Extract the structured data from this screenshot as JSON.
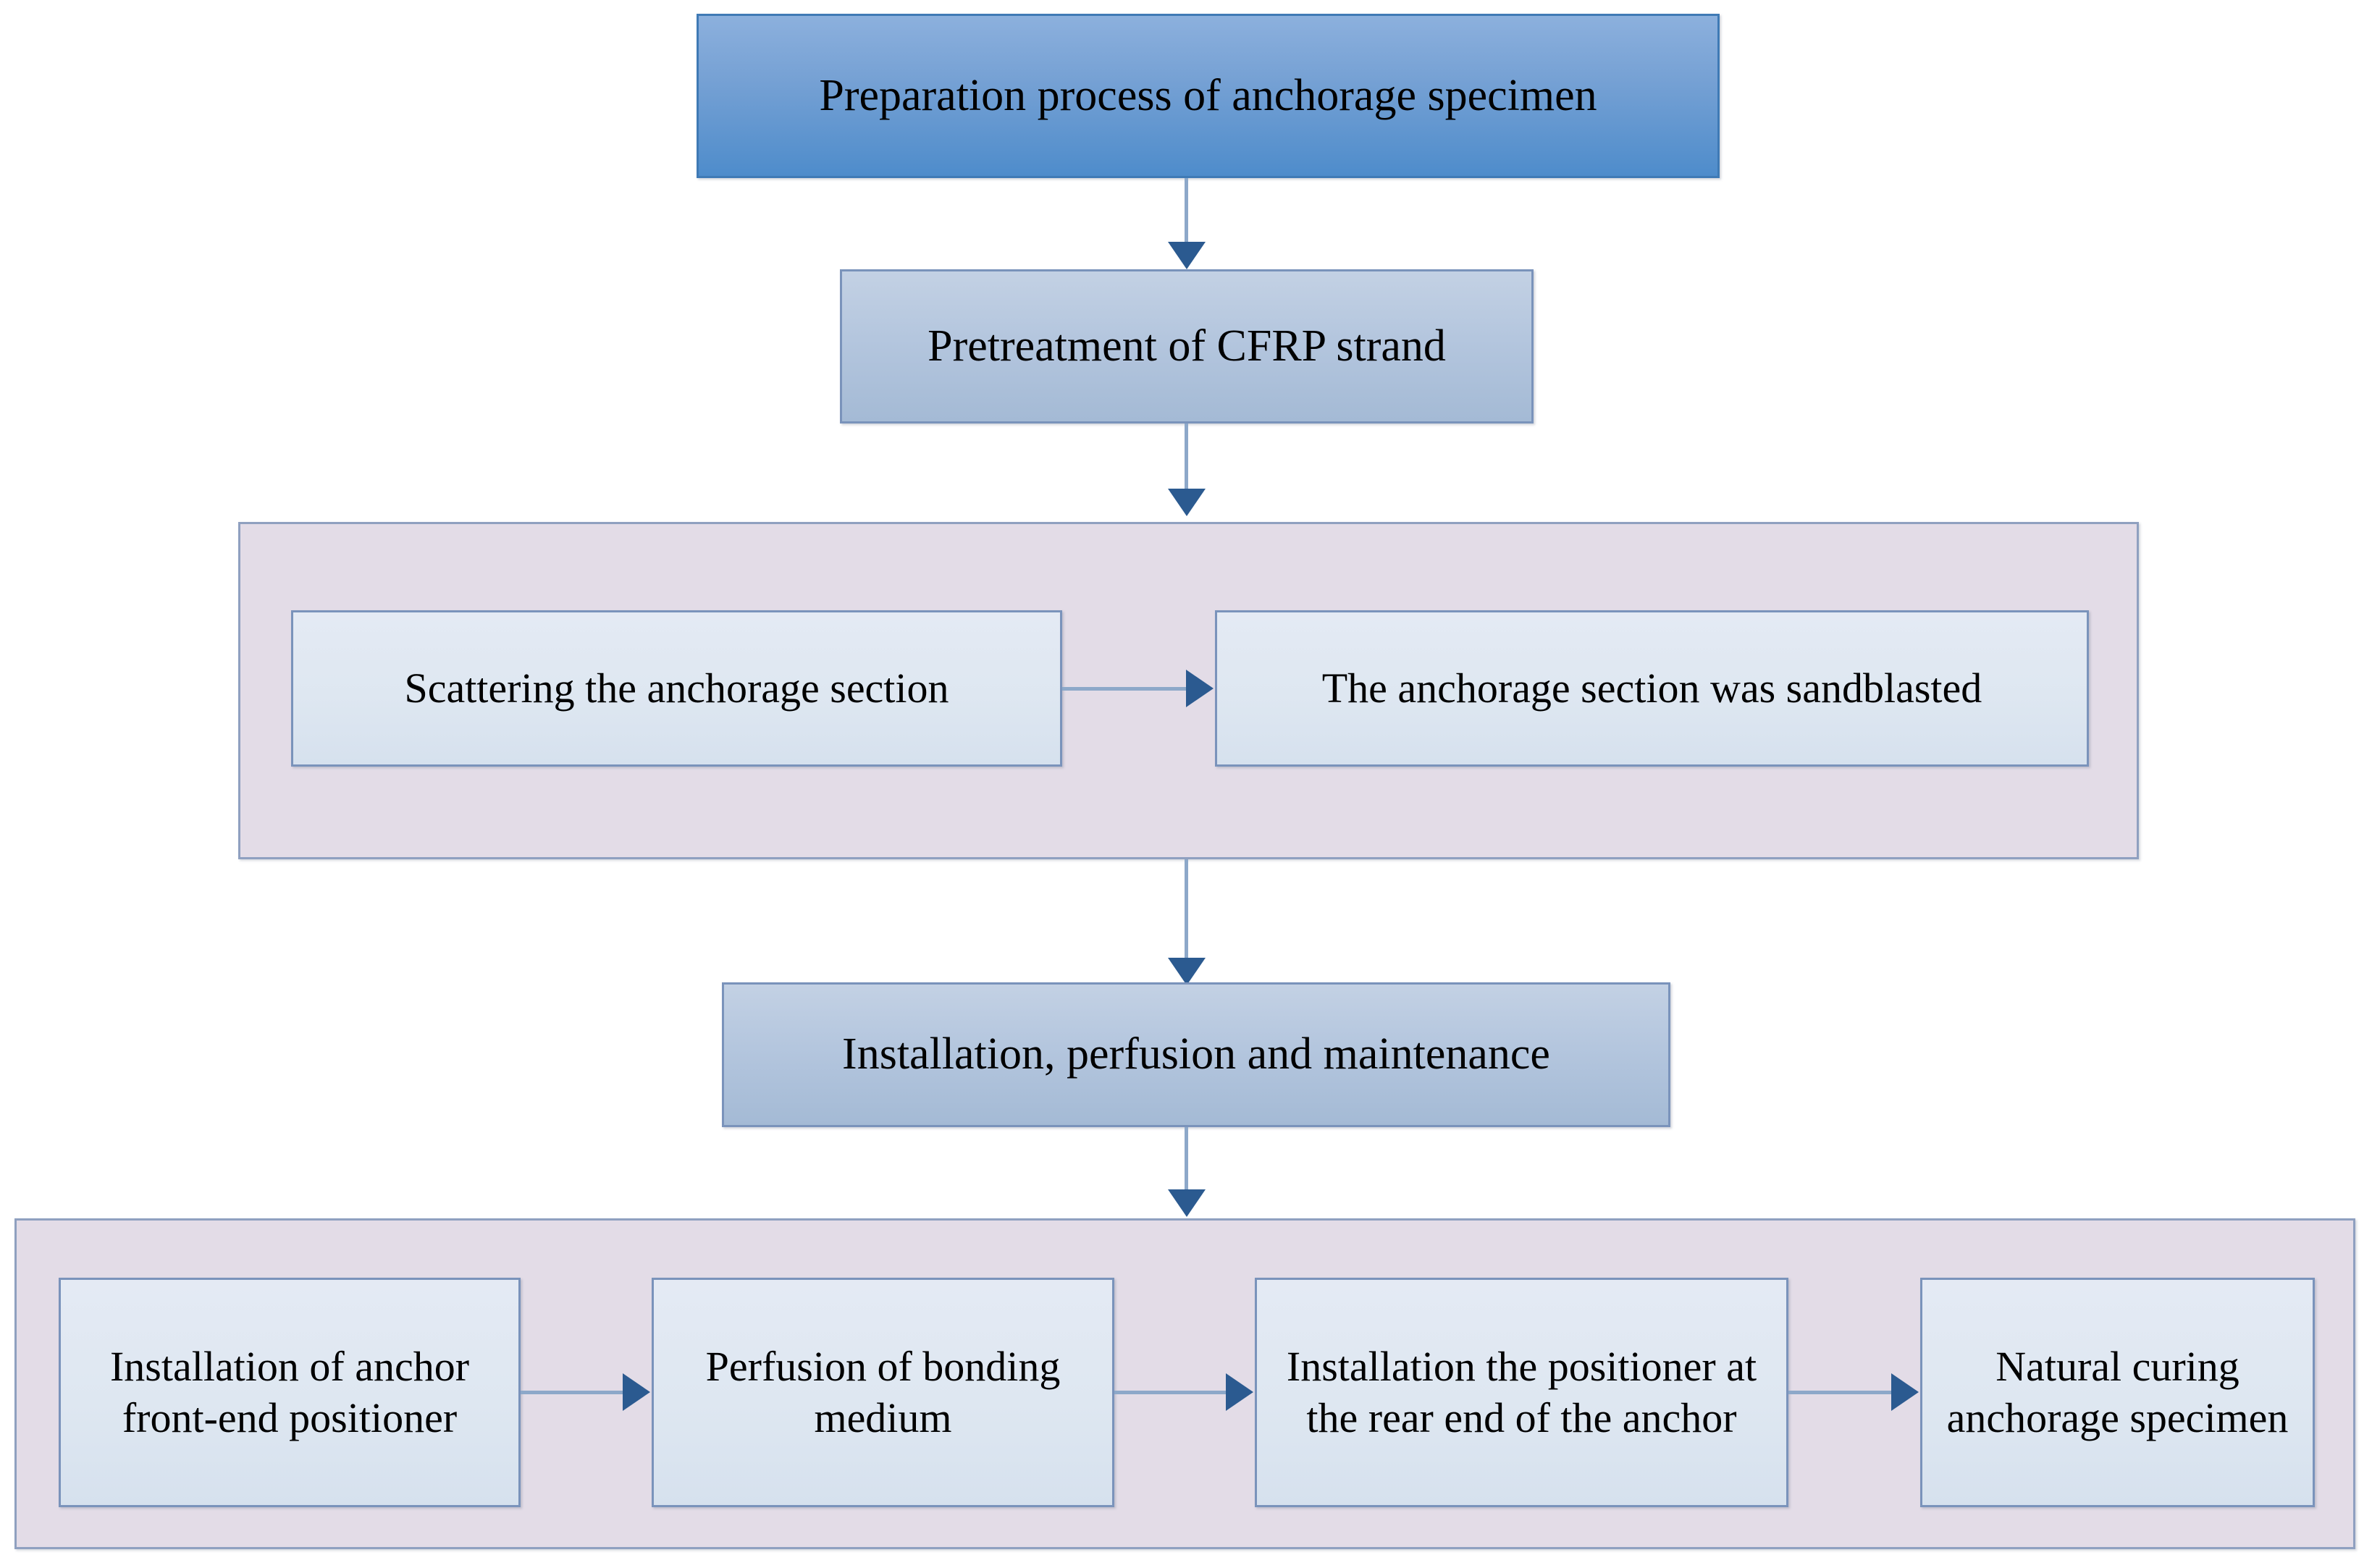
{
  "diagram": {
    "title": "Preparation process of anchorage specimen flowchart",
    "colors": {
      "header_fill_top": "#8cb0dd",
      "header_fill_bottom": "#4e8ccb",
      "stage_fill_top": "#c3d1e4",
      "stage_fill_bottom": "#a4bad5",
      "inner_fill": "#dee7f1",
      "group_fill": "#e3dce7",
      "border": "#7a93bb",
      "connector_line": "#8da8c9",
      "arrow_head": "#2b5a90",
      "background": "#ffffff"
    },
    "nodes": {
      "header": "Preparation process of anchorage specimen",
      "pretreatment": "Pretreatment of CFRP strand",
      "installation": "Installation, perfusion and maintenance",
      "scattering": "Scattering the anchorage section",
      "sandblasted": "The anchorage section was sandblasted",
      "front_positioner": "Installation of anchor front-end positioner",
      "perfusion": "Perfusion of bonding medium",
      "rear_positioner": "Installation the positioner at the rear end of the anchor",
      "natural_curing": "Natural curing anchorage specimen"
    },
    "flow": [
      {
        "from": "Preparation process of anchorage specimen",
        "to": "Pretreatment of CFRP strand",
        "direction": "down"
      },
      {
        "from": "Pretreatment of CFRP strand",
        "to": "Pretreatment group",
        "direction": "down"
      },
      {
        "from": "Scattering the anchorage section",
        "to": "The anchorage section was sandblasted",
        "direction": "right"
      },
      {
        "from": "Pretreatment group",
        "to": "Installation, perfusion and maintenance",
        "direction": "down"
      },
      {
        "from": "Installation, perfusion and maintenance",
        "to": "Installation group",
        "direction": "down"
      },
      {
        "from": "Installation of anchor front-end positioner",
        "to": "Perfusion of bonding medium",
        "direction": "right"
      },
      {
        "from": "Perfusion of bonding medium",
        "to": "Installation the positioner at the rear end of the anchor",
        "direction": "right"
      },
      {
        "from": "Installation the positioner at the rear end of the anchor",
        "to": "Natural curing anchorage specimen",
        "direction": "right"
      }
    ]
  }
}
